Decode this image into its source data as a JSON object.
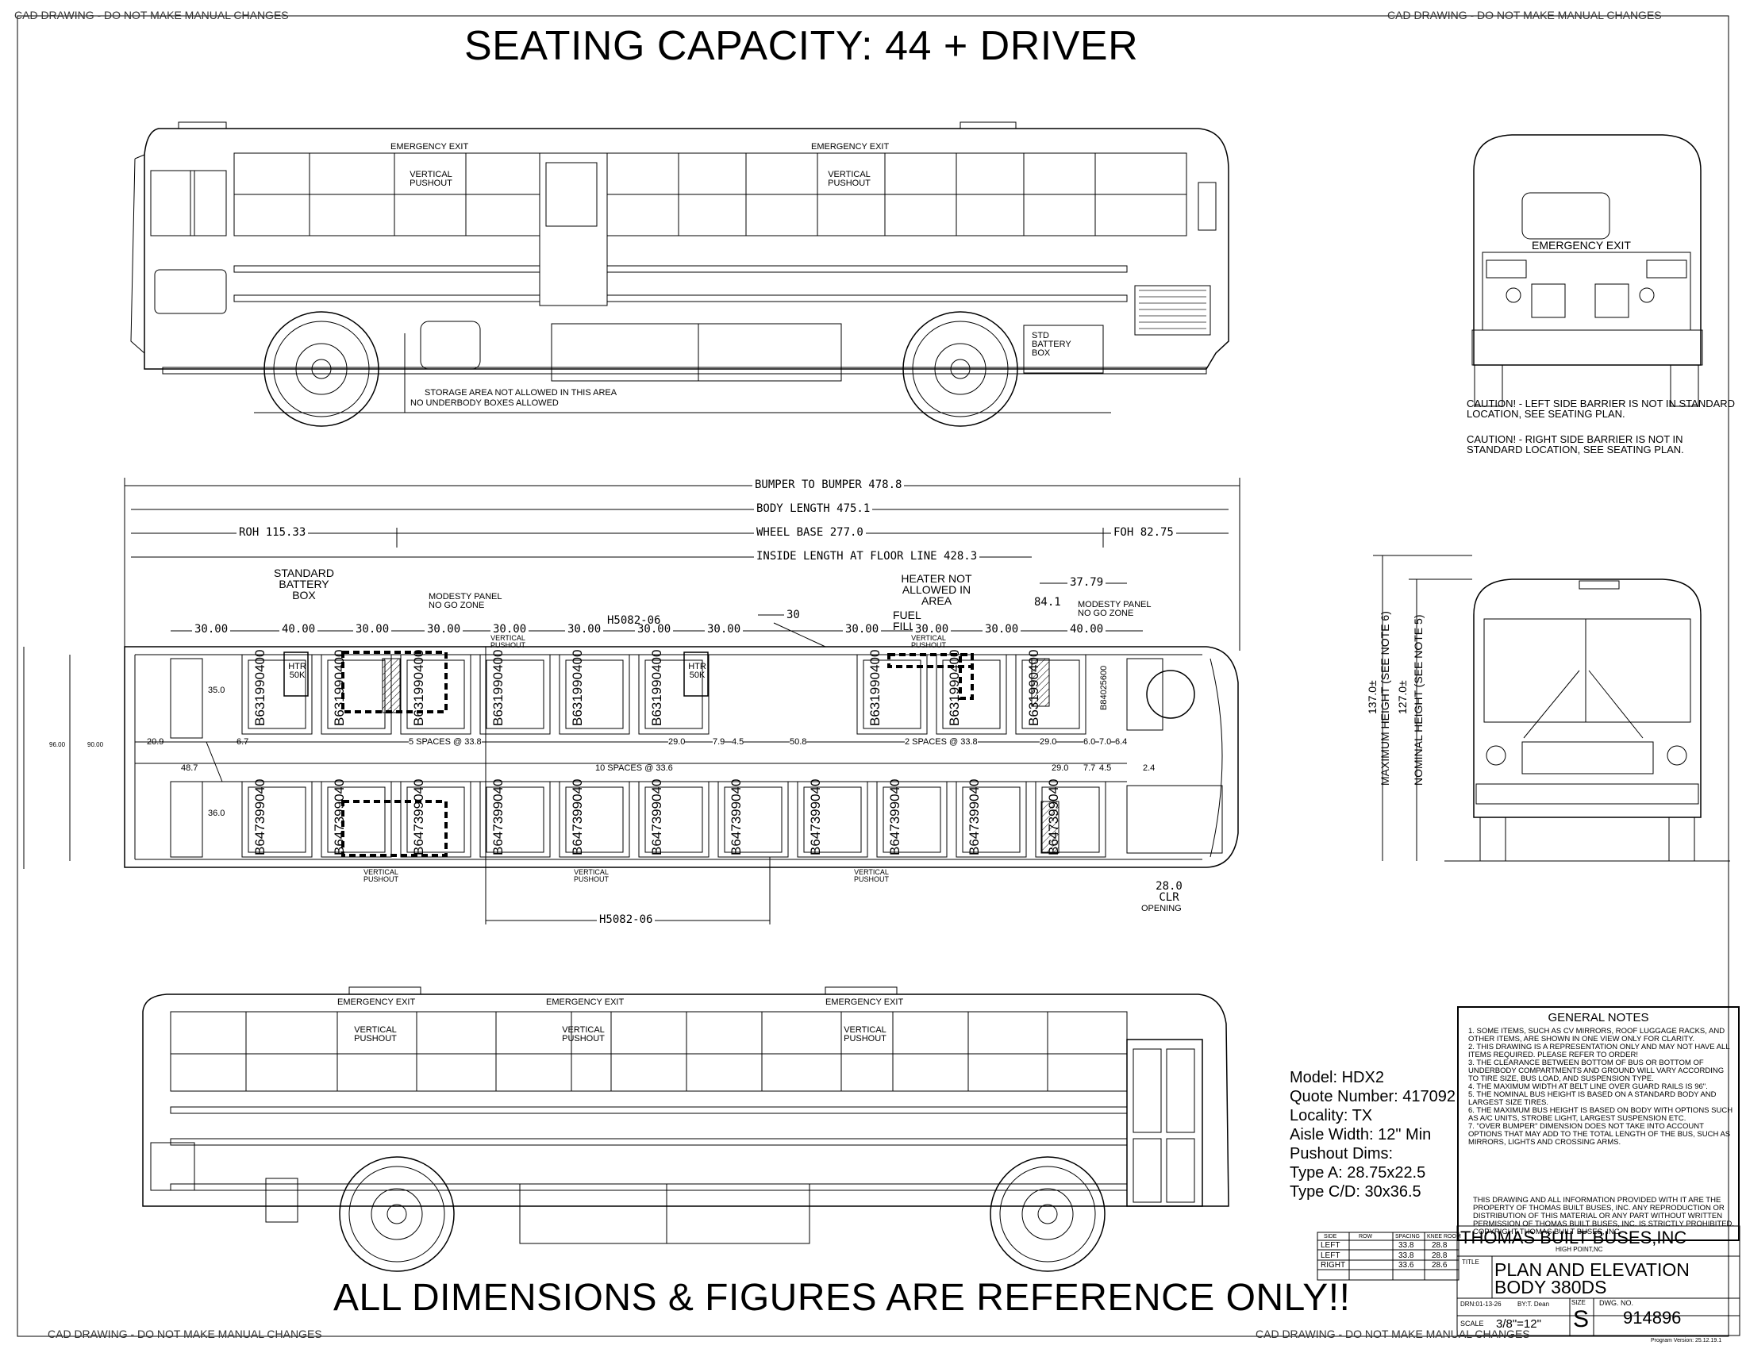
{
  "banners": {
    "top_left": "CAD DRAWING - DO NOT MAKE MANUAL CHANGES",
    "top_right": "CAD DRAWING - DO NOT MAKE MANUAL CHANGES",
    "bottom_left": "CAD DRAWING - DO NOT MAKE MANUAL CHANGES",
    "bottom_right": "CAD DRAWING - DO NOT MAKE MANUAL CHANGES"
  },
  "title": "SEATING CAPACITY: 44 + DRIVER",
  "elevation_top": {
    "emergency_exit_1": "EMERGENCY EXIT",
    "emergency_exit_2": "EMERGENCY EXIT",
    "pushout_1": "VERTICAL PUSHOUT",
    "pushout_2": "VERTICAL PUSHOUT",
    "storage_note": "STORAGE AREA NOT ALLOWED IN THIS AREA",
    "underbody_note": "NO UNDERBODY BOXES ALLOWED",
    "battery": "STD BATTERY BOX"
  },
  "rear_view": {
    "emergency_exit": "EMERGENCY EXIT",
    "caution_left": "CAUTION! - LEFT SIDE BARRIER IS NOT IN STANDARD LOCATION, SEE SEATING PLAN.",
    "caution_right": "CAUTION! - RIGHT SIDE BARRIER IS NOT IN STANDARD LOCATION, SEE SEATING PLAN."
  },
  "dimensions": {
    "bumper": "BUMPER TO BUMPER    478.8",
    "body": "BODY LENGTH    475.1",
    "roh": "ROH 115.33",
    "wheelbase": "WHEEL BASE    277.0",
    "foh": "FOH 82.75",
    "inside": "INSIDE LENGTH AT FLOOR LINE    428.3",
    "d3779": "37.79",
    "d841": "84.1",
    "h5082_top": "H5082-06",
    "h5082_bot": "H5082-06",
    "d30": "30",
    "clr": "28.0 CLR",
    "opening": "OPENING",
    "max_height": "MAXIMUM HEIGHT (SEE NOTE 6)",
    "nom_height": "NOMINAL HEIGHT (SEE NOTE 5)",
    "h137": "137.0±",
    "h127": "127.0±",
    "w96": "96.00",
    "w90": "90.00"
  },
  "plan": {
    "standard_battery": "STANDARD BATTERY BOX",
    "modesty_left": "MODESTY PANEL NO GO ZONE",
    "modesty_right": "MODESTY PANEL NO GO ZONE",
    "heater_note": "HEATER NOT ALLOWED IN AREA",
    "fuel": "FUEL FILL",
    "spacing_top": [
      "30.00",
      "40.00",
      "30.00",
      "30.00",
      "30.00",
      "30.00",
      "30.00",
      "30.00",
      "30.00",
      "30.00",
      "30.00",
      "40.00"
    ],
    "top_row_labels": [
      "5 SPACES @ 33.8",
      "29.0",
      "7.9",
      "4.5",
      "50.8",
      "2 SPACES @ 33.8",
      "29.0",
      "6.0",
      "7.0",
      "6.4"
    ],
    "bottom_row_labels": [
      "10 SPACES @ 33.6",
      "29.0",
      "7.7",
      "4.5",
      "2.4"
    ],
    "left_dims": [
      "20.9",
      "6.7",
      "48.7",
      "35.0",
      "36.0"
    ],
    "htr": "HTR 50K",
    "pushout_labels": [
      "VERTICAL PUSHOUT",
      "VERTICAL PUSHOUT",
      "VERTICAL PUSHOUT",
      "VERTICAL PUSHOUT",
      "VERTICAL PUSHOUT"
    ],
    "seat_top": "B631990400",
    "seat_bottom": "B647399040",
    "seat_driver": "B84025600"
  },
  "elevation_bottom": {
    "emergency_exit_1": "EMERGENCY EXIT",
    "emergency_exit_2": "EMERGENCY EXIT",
    "emergency_exit_3": "EMERGENCY EXIT",
    "pushout_1": "VERTICAL PUSHOUT",
    "pushout_2": "VERTICAL PUSHOUT",
    "pushout_3": "VERTICAL PUSHOUT"
  },
  "specs": {
    "model": "Model: HDX2",
    "quote": "Quote Number: 417092",
    "locality": "Locality: TX",
    "aisle": "Aisle Width: 12\" Min",
    "pushout": "Pushout Dims:",
    "type_a": "Type A: 28.75x22.5",
    "type_cd": "Type C/D: 30x36.5"
  },
  "general_notes": {
    "title": "GENERAL NOTES",
    "items": [
      "1. SOME ITEMS, SUCH AS CV MIRRORS, ROOF LUGGAGE RACKS, AND OTHER ITEMS, ARE SHOWN IN ONE VIEW ONLY FOR CLARITY.",
      "2. THIS DRAWING IS A REPRESENTATION ONLY AND MAY NOT HAVE ALL ITEMS REQUIRED. PLEASE REFER TO ORDER!",
      "3. THE CLEARANCE BETWEEN BOTTOM OF BUS OR BOTTOM OF UNDERBODY COMPARTMENTS AND GROUND WILL VARY ACCORDING TO TIRE SIZE, BUS LOAD, AND SUSPENSION TYPE.",
      "4. THE MAXIMUM WIDTH AT BELT LINE OVER GUARD RAILS IS 96\".",
      "5. THE NOMINAL BUS HEIGHT IS BASED ON A STANDARD BODY AND LARGEST SIZE TIRES.",
      "6. THE MAXIMUM BUS HEIGHT IS BASED ON BODY WITH OPTIONS SUCH AS A/C UNITS, STROBE LIGHT, LARGEST SUSPENSION ETC.",
      "7. \"OVER BUMPER\" DIMENSION DOES NOT TAKE INTO ACCOUNT OPTIONS THAT MAY ADD TO THE TOTAL LENGTH OF THE BUS, SUCH AS MIRRORS, LIGHTS AND CROSSING ARMS."
    ],
    "footer": "THIS DRAWING AND ALL INFORMATION PROVIDED WITH IT ARE THE PROPERTY OF THOMAS BUILT BUSES, INC. ANY REPRODUCTION OR DISTRIBUTION OF THIS MATERIAL OR ANY PART WITHOUT WRITTEN PERMISSION OF THOMAS BUILT BUSES, INC. IS STRICTLY PROHIBITED. COPYRIGHT THOMAS BUILT BUSES, INC."
  },
  "spacing_table": {
    "headers": [
      "SIDE",
      "ROW",
      "SPACING",
      "KNEE ROOM"
    ],
    "rows": [
      [
        "LEFT",
        "",
        "33.8",
        "28.8"
      ],
      [
        "LEFT",
        "",
        "33.8",
        "28.8"
      ],
      [
        "RIGHT",
        "",
        "33.6",
        "28.6"
      ]
    ]
  },
  "title_block": {
    "company": "THOMAS BUILT BUSES,INC",
    "location": "HIGH POINT,NC",
    "title_label": "TITLE",
    "title_1": "PLAN AND ELEVATION",
    "title_2": "BODY 380DS",
    "drn": "DRN:01-13-26",
    "by": "BY:T. Dean",
    "size_label": "SIZE",
    "size": "S",
    "dwg_label": "DWG. NO.",
    "dwg": "914896",
    "scale_label": "SCALE",
    "scale": "3/8\"=12\"",
    "program": "Program Version: 25.12.19.1"
  },
  "footer_note": "ALL DIMENSIONS & FIGURES ARE REFERENCE ONLY!!"
}
